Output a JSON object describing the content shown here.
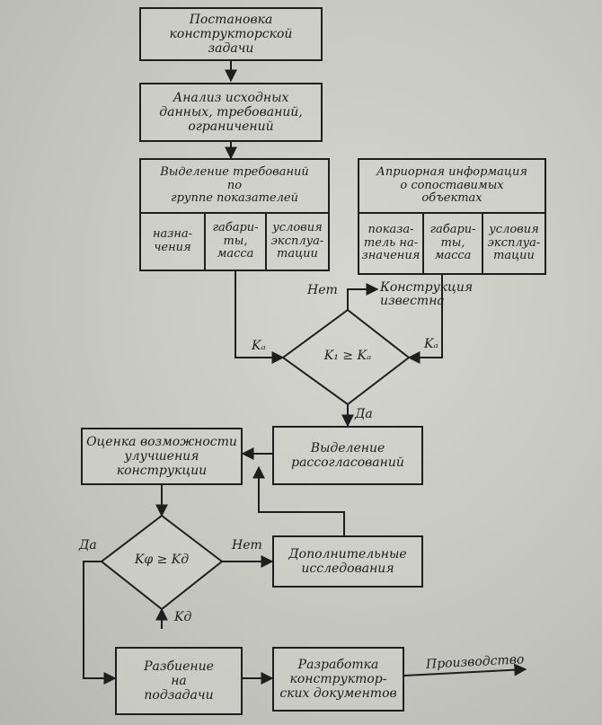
{
  "boxes": {
    "b1": "Постановка\nконструкторской\nзадачи",
    "b2": "Анализ исходных\nданных, требований,\nограничений",
    "b3_head": "Выделение требований\nпо\nгруппе показателей",
    "b3_c1": "назна-\nчения",
    "b3_c2": "габари-\nты,\nмасса",
    "b3_c3": "условия\nэксплуа-\nтации",
    "b4_head": "Априорная информация\nо сопоставимых\nобъектах",
    "b4_c1": "показа-\nтель на-\nзначения",
    "b4_c2": "габари-\nты,\nмасса",
    "b4_c3": "условия\nэксплуа-\nтации",
    "b5": "Оценка возможности\nулучшения\nконструкции",
    "b6": "Выделение\nрассогласований",
    "b7": "Дополнительные\nисследования",
    "b8": "Разбиение\nна\nподзадачи",
    "b9": "Разработка\nконструктор-\nских документов"
  },
  "diamonds": {
    "d1": "K₁ ≥ Kₐ",
    "d2": "Kφ ≥ Kд"
  },
  "labels": {
    "net1": "Нет",
    "known": "Конструкция\nизвестна",
    "ka_left": "Kₐ",
    "ka_right": "Kₐ",
    "da1": "Да",
    "da2": "Да",
    "net2": "Нет",
    "kd": "Kд",
    "production": "Производство"
  }
}
